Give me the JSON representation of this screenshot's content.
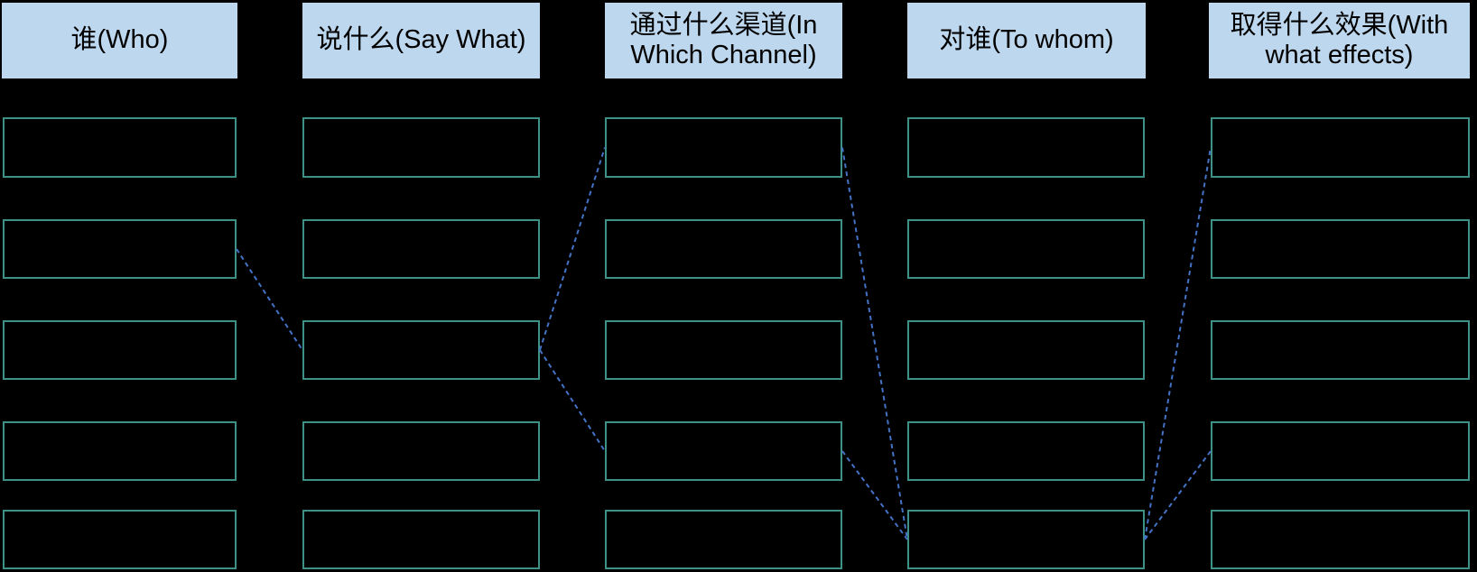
{
  "colors": {
    "background": "#000000",
    "header_fill": "#BDD7EE",
    "header_text": "#000000",
    "box_border": "#3E9186",
    "connector": "#4472C4"
  },
  "columns": [
    {
      "id": "who",
      "header": "谁(Who)",
      "empty_boxes": 5
    },
    {
      "id": "say-what",
      "header": "说什么(Say What)",
      "empty_boxes": 5
    },
    {
      "id": "in-which-channel",
      "header": "通过什么渠道(In Which Channel)",
      "empty_boxes": 5
    },
    {
      "id": "to-whom",
      "header": "对谁(To whom)",
      "empty_boxes": 5
    },
    {
      "id": "with-what-effects",
      "header": "取得什么效果(With what effects)",
      "empty_boxes": 5
    }
  ],
  "connectors": [
    {
      "from": {
        "col": "who",
        "row": 2
      },
      "to": {
        "col": "say-what",
        "row": 3
      },
      "style": "dashed"
    },
    {
      "from": {
        "col": "say-what",
        "row": 3
      },
      "to": {
        "col": "in-which-channel",
        "row": 1
      },
      "style": "dashed"
    },
    {
      "from": {
        "col": "say-what",
        "row": 3
      },
      "to": {
        "col": "in-which-channel",
        "row": 4
      },
      "style": "dashed"
    },
    {
      "from": {
        "col": "in-which-channel",
        "row": 1
      },
      "to": {
        "col": "to-whom",
        "row": 5
      },
      "style": "dashed"
    },
    {
      "from": {
        "col": "in-which-channel",
        "row": 4
      },
      "to": {
        "col": "to-whom",
        "row": 5
      },
      "style": "dashed"
    },
    {
      "from": {
        "col": "to-whom",
        "row": 5
      },
      "to": {
        "col": "with-what-effects",
        "row": 1
      },
      "style": "dashed"
    },
    {
      "from": {
        "col": "to-whom",
        "row": 5
      },
      "to": {
        "col": "with-what-effects",
        "row": 4
      },
      "style": "dashed"
    }
  ]
}
